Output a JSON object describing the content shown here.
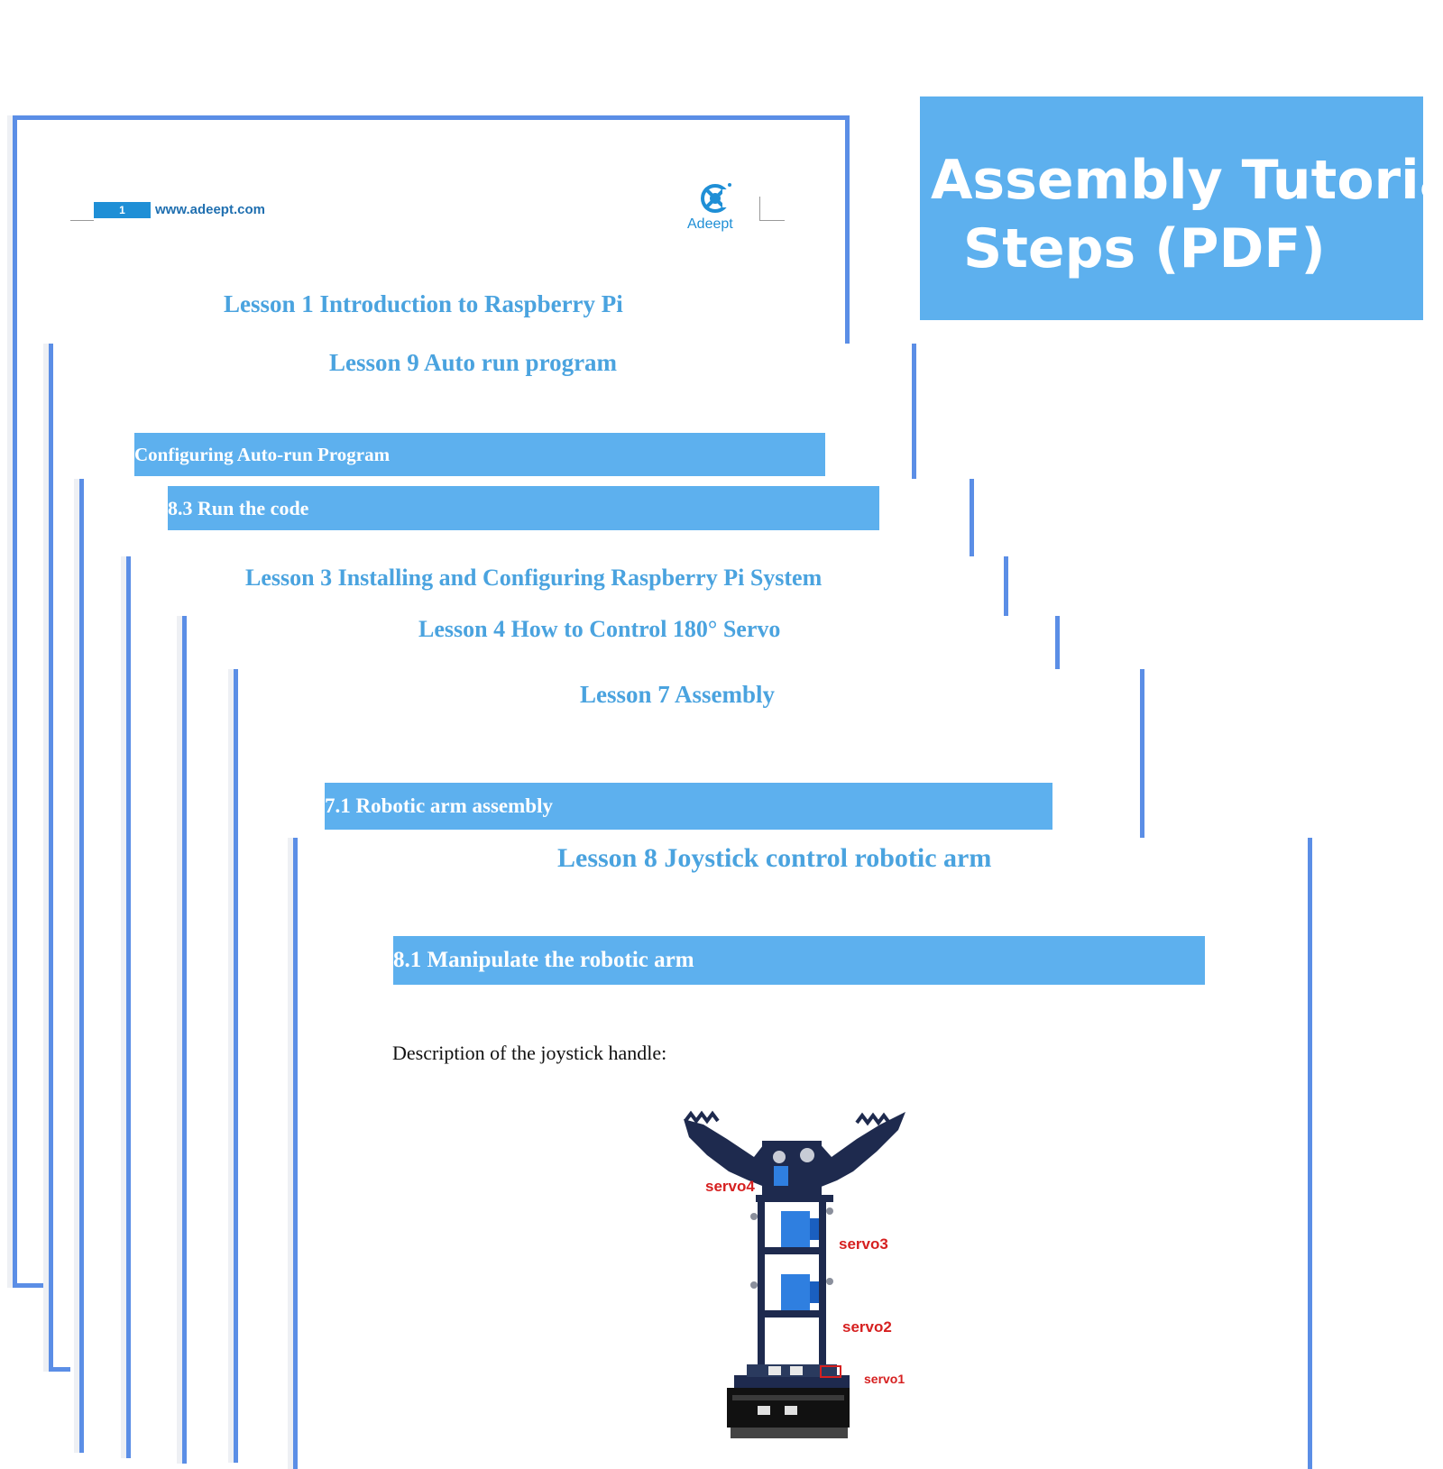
{
  "banner": {
    "line1": "Assembly Tutorial",
    "line2": "Steps  (PDF)"
  },
  "header": {
    "page_number": "1",
    "website": "www.adeept.com",
    "brand": "Adeept"
  },
  "pages": {
    "p1": {
      "title": "Lesson 1 Introduction to Raspberry Pi"
    },
    "p2": {
      "title": "Lesson 9 Auto run program",
      "section": "Configuring Auto-run Program"
    },
    "p3": {
      "section": "8.3 Run the code"
    },
    "p4": {
      "title": "Lesson 3 Installing and Configuring Raspberry Pi System"
    },
    "p5": {
      "title": "Lesson 4 How to Control 180° Servo"
    },
    "p6": {
      "title": "Lesson 7 Assembly",
      "section": "7.1 Robotic arm assembly"
    },
    "p7": {
      "title": "Lesson 8 Joystick control robotic arm",
      "section": "8.1 Manipulate the robotic arm",
      "description": "Description of the joystick handle:",
      "servo_labels": [
        "servo4",
        "servo3",
        "servo2",
        "servo1"
      ]
    }
  }
}
